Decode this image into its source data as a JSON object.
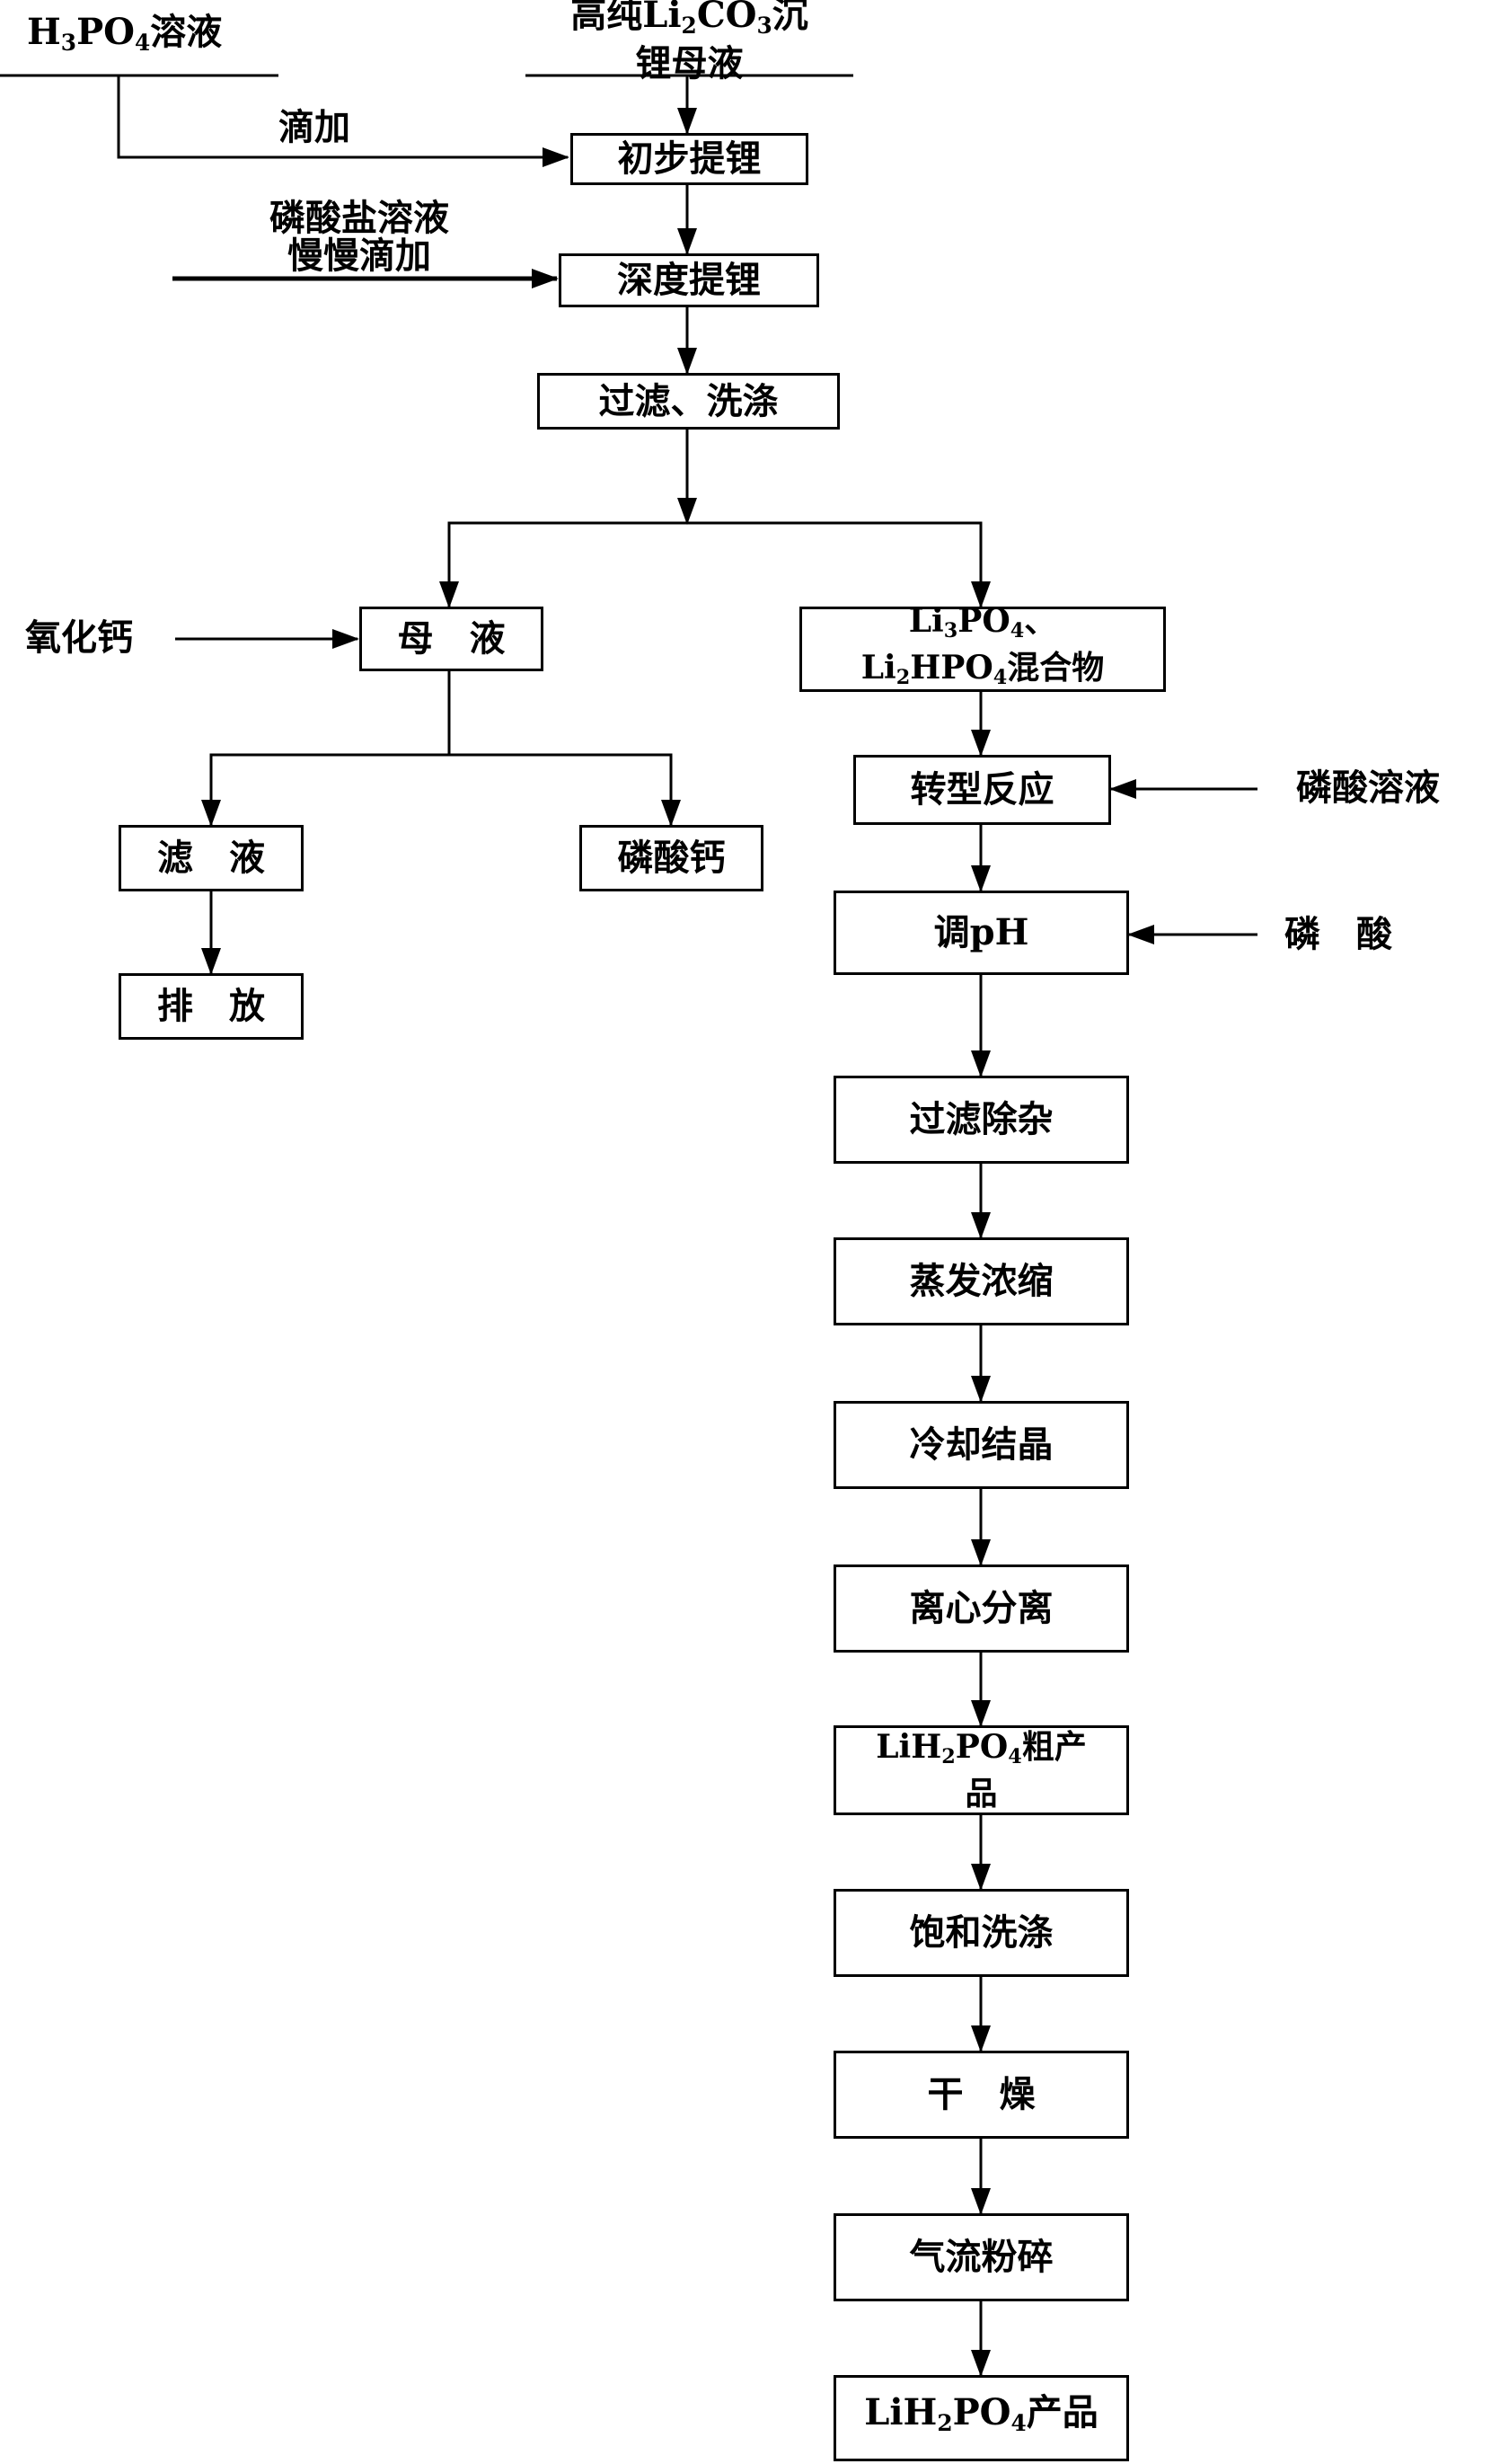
{
  "labels": {
    "h3po4_pre": "H",
    "h3po4_sub1": "3",
    "h3po4_mid": "PO",
    "h3po4_sub2": "4",
    "h3po4_post": "溶液",
    "mother_liquor_l1_pre": "高纯Li",
    "mother_liquor_l1_sub1": "2",
    "mother_liquor_l1_mid": "CO",
    "mother_liquor_l1_sub2": "3",
    "mother_liquor_l1_post": "沉",
    "mother_liquor_l2": "锂母液",
    "dropwise": "滴加",
    "phosphate_solution_l1": "磷酸盐溶液",
    "phosphate_solution_l2": "慢慢滴加",
    "calcium_oxide": "氧化钙",
    "phosphoric_acid_solution": "磷酸溶液",
    "phosphoric_acid": "磷　酸"
  },
  "boxes": {
    "initial_extraction": "初步提锂",
    "deep_extraction": "深度提锂",
    "filter_wash": "过滤、洗涤",
    "mother_liquor": "母　液",
    "mixture_l1_pre": "Li",
    "mixture_l1_sub1": "3",
    "mixture_l1_mid": "PO",
    "mixture_l1_sub2": "4",
    "mixture_l1_post": "、",
    "mixture_l2_pre": "Li",
    "mixture_l2_sub1": "2",
    "mixture_l2_mid": "HPO",
    "mixture_l2_sub2": "4",
    "mixture_l2_post": "混合物",
    "filtrate": "滤　液",
    "calcium_phosphate": "磷酸钙",
    "discharge": "排　放",
    "conversion": "转型反应",
    "adjust_ph": "调pH",
    "filter_impurity": "过滤除杂",
    "evaporation": "蒸发浓缩",
    "crystallization": "冷却结晶",
    "centrifuge": "离心分离",
    "crude_pre": "LiH",
    "crude_sub1": "2",
    "crude_mid": "PO",
    "crude_sub2": "4",
    "crude_post": "粗产",
    "crude_l2": "品",
    "saturated_wash": "饱和洗涤",
    "drying": "干　燥",
    "jet_milling": "气流粉碎",
    "product_pre": "LiH",
    "product_sub1": "2",
    "product_mid": "PO",
    "product_sub2": "4",
    "product_post": "产品"
  }
}
